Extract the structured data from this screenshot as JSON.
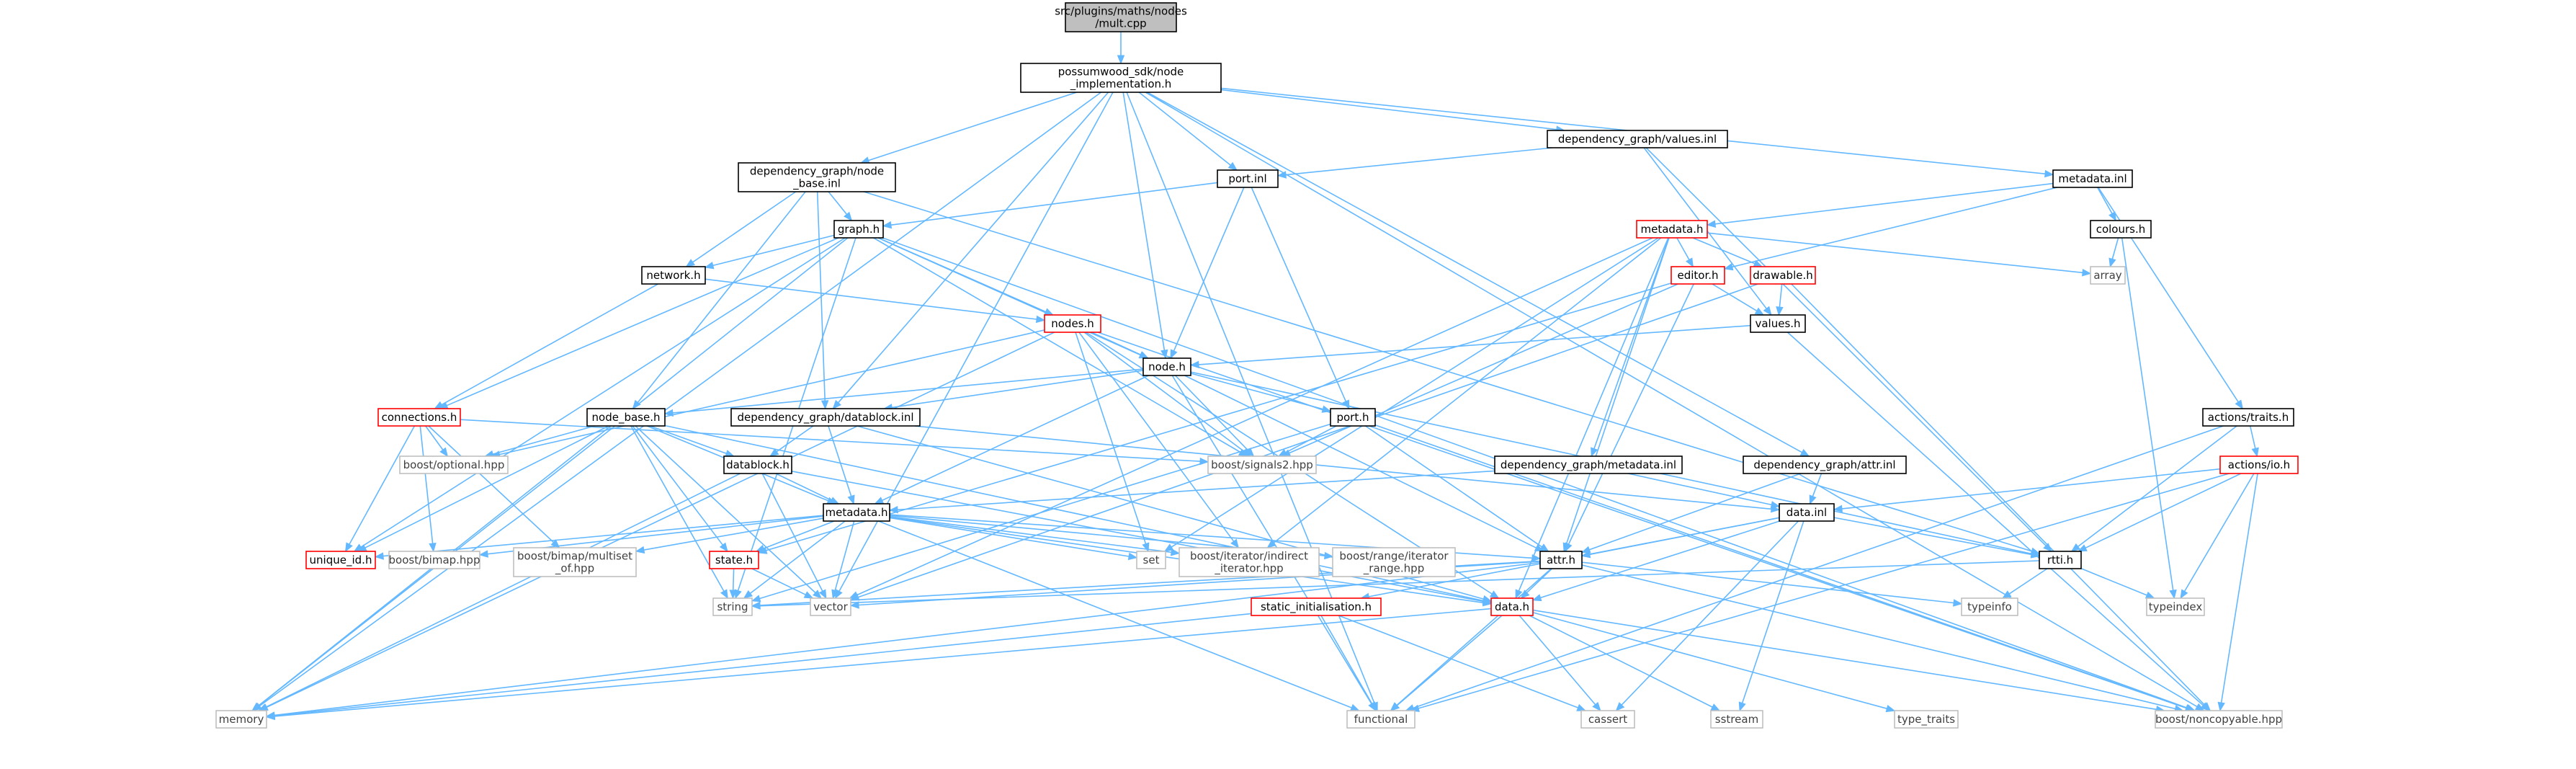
{
  "colors": {
    "edge": "#63b8ff",
    "root_fill": "#bfbfbf",
    "node_fill": "#ffffff",
    "normal_border": "#000000",
    "link_border": "#ff0000",
    "external_border": "#bfbfbf",
    "external_text": "#404040",
    "node_text": "#000000"
  },
  "nodes": [
    {
      "id": "mult",
      "lines": [
        "src/plugins/maths/nodes",
        "/mult.cpp"
      ],
      "kind": "root"
    },
    {
      "id": "possumwood",
      "lines": [
        "possumwood_sdk/node",
        "_implementation.h"
      ],
      "kind": "normal"
    },
    {
      "id": "nodebase_inl",
      "lines": [
        "dependency_graph/node",
        "_base.inl"
      ],
      "kind": "normal"
    },
    {
      "id": "port_inl",
      "lines": [
        "port.inl"
      ],
      "kind": "normal"
    },
    {
      "id": "values_inl",
      "lines": [
        "dependency_graph/values.inl"
      ],
      "kind": "normal"
    },
    {
      "id": "metadata_inl",
      "lines": [
        "metadata.inl"
      ],
      "kind": "normal"
    },
    {
      "id": "graph_h",
      "lines": [
        "graph.h"
      ],
      "kind": "normal"
    },
    {
      "id": "metadata_h",
      "lines": [
        "metadata.h"
      ],
      "kind": "link"
    },
    {
      "id": "colours_h",
      "lines": [
        "colours.h"
      ],
      "kind": "normal"
    },
    {
      "id": "network_h",
      "lines": [
        "network.h"
      ],
      "kind": "normal"
    },
    {
      "id": "editor_h",
      "lines": [
        "editor.h"
      ],
      "kind": "link"
    },
    {
      "id": "drawable_h",
      "lines": [
        "drawable.h"
      ],
      "kind": "link"
    },
    {
      "id": "array",
      "lines": [
        "array"
      ],
      "kind": "external"
    },
    {
      "id": "nodes_h",
      "lines": [
        "nodes.h"
      ],
      "kind": "link"
    },
    {
      "id": "values_h",
      "lines": [
        "values.h"
      ],
      "kind": "normal"
    },
    {
      "id": "node_h",
      "lines": [
        "node.h"
      ],
      "kind": "normal"
    },
    {
      "id": "connections_h",
      "lines": [
        "connections.h"
      ],
      "kind": "link"
    },
    {
      "id": "node_base_h",
      "lines": [
        "node_base.h"
      ],
      "kind": "normal"
    },
    {
      "id": "datablock_inl",
      "lines": [
        "dependency_graph/datablock.inl"
      ],
      "kind": "normal"
    },
    {
      "id": "port_h",
      "lines": [
        "port.h"
      ],
      "kind": "normal"
    },
    {
      "id": "actions_traits",
      "lines": [
        "actions/traits.h"
      ],
      "kind": "normal"
    },
    {
      "id": "actions_io",
      "lines": [
        "actions/io.h"
      ],
      "kind": "link"
    },
    {
      "id": "boost_optional",
      "lines": [
        "boost/optional.hpp"
      ],
      "kind": "external"
    },
    {
      "id": "datablock_h",
      "lines": [
        "datablock.h"
      ],
      "kind": "normal"
    },
    {
      "id": "boost_signals2",
      "lines": [
        "boost/signals2.hpp"
      ],
      "kind": "external"
    },
    {
      "id": "dg_metadata_inl",
      "lines": [
        "dependency_graph/metadata.inl"
      ],
      "kind": "normal"
    },
    {
      "id": "dg_attr_inl",
      "lines": [
        "dependency_graph/attr.inl"
      ],
      "kind": "normal"
    },
    {
      "id": "data_inl",
      "lines": [
        "data.inl"
      ],
      "kind": "normal"
    },
    {
      "id": "metadata_h2",
      "lines": [
        "metadata.h"
      ],
      "kind": "normal"
    },
    {
      "id": "unique_id",
      "lines": [
        "unique_id.h"
      ],
      "kind": "link"
    },
    {
      "id": "boost_bimap",
      "lines": [
        "boost/bimap.hpp"
      ],
      "kind": "external"
    },
    {
      "id": "boost_multiset",
      "lines": [
        "boost/bimap/multiset",
        "_of.hpp"
      ],
      "kind": "external"
    },
    {
      "id": "state_h",
      "lines": [
        "state.h"
      ],
      "kind": "link"
    },
    {
      "id": "set",
      "lines": [
        "set"
      ],
      "kind": "external"
    },
    {
      "id": "boost_indirect",
      "lines": [
        "boost/iterator/indirect",
        "_iterator.hpp"
      ],
      "kind": "external"
    },
    {
      "id": "boost_range",
      "lines": [
        "boost/range/iterator",
        "_range.hpp"
      ],
      "kind": "external"
    },
    {
      "id": "attr_h",
      "lines": [
        "attr.h"
      ],
      "kind": "normal"
    },
    {
      "id": "rtti_h",
      "lines": [
        "rtti.h"
      ],
      "kind": "normal"
    },
    {
      "id": "string",
      "lines": [
        "string"
      ],
      "kind": "external"
    },
    {
      "id": "vector",
      "lines": [
        "vector"
      ],
      "kind": "external"
    },
    {
      "id": "static_init",
      "lines": [
        "static_initialisation.h"
      ],
      "kind": "link"
    },
    {
      "id": "data_h",
      "lines": [
        "data.h"
      ],
      "kind": "link"
    },
    {
      "id": "typeinfo",
      "lines": [
        "typeinfo"
      ],
      "kind": "external"
    },
    {
      "id": "typeindex",
      "lines": [
        "typeindex"
      ],
      "kind": "external"
    },
    {
      "id": "memory",
      "lines": [
        "memory"
      ],
      "kind": "external"
    },
    {
      "id": "functional",
      "lines": [
        "functional"
      ],
      "kind": "external"
    },
    {
      "id": "cassert",
      "lines": [
        "cassert"
      ],
      "kind": "external"
    },
    {
      "id": "sstream",
      "lines": [
        "sstream"
      ],
      "kind": "external"
    },
    {
      "id": "type_traits",
      "lines": [
        "type_traits"
      ],
      "kind": "external"
    },
    {
      "id": "boost_noncopyable",
      "lines": [
        "boost/noncopyable.hpp"
      ],
      "kind": "external"
    }
  ],
  "edges": [
    [
      "mult",
      "possumwood"
    ],
    [
      "possumwood",
      "nodebase_inl"
    ],
    [
      "possumwood",
      "port_inl"
    ],
    [
      "possumwood",
      "values_inl"
    ],
    [
      "possumwood",
      "metadata_inl"
    ],
    [
      "possumwood",
      "node_h"
    ],
    [
      "possumwood",
      "datablock_inl"
    ],
    [
      "possumwood",
      "dg_attr_inl"
    ],
    [
      "possumwood",
      "memory"
    ],
    [
      "possumwood",
      "functional"
    ],
    [
      "possumwood",
      "vector"
    ],
    [
      "possumwood",
      "boost_noncopyable"
    ],
    [
      "nodebase_inl",
      "graph_h"
    ],
    [
      "nodebase_inl",
      "network_h"
    ],
    [
      "nodebase_inl",
      "node_base_h"
    ],
    [
      "nodebase_inl",
      "datablock_inl"
    ],
    [
      "nodebase_inl",
      "rtti_h"
    ],
    [
      "port_inl",
      "graph_h"
    ],
    [
      "port_inl",
      "node_h"
    ],
    [
      "port_inl",
      "port_h"
    ],
    [
      "values_inl",
      "port_inl"
    ],
    [
      "values_inl",
      "values_h"
    ],
    [
      "values_inl",
      "rtti_h"
    ],
    [
      "metadata_inl",
      "metadata_h"
    ],
    [
      "metadata_inl",
      "colours_h"
    ],
    [
      "metadata_inl",
      "editor_h"
    ],
    [
      "metadata_inl",
      "actions_traits"
    ],
    [
      "graph_h",
      "network_h"
    ],
    [
      "graph_h",
      "nodes_h"
    ],
    [
      "graph_h",
      "node_h"
    ],
    [
      "graph_h",
      "connections_h"
    ],
    [
      "graph_h",
      "boost_signals2"
    ],
    [
      "graph_h",
      "memory"
    ],
    [
      "graph_h",
      "string"
    ],
    [
      "graph_h",
      "boost_noncopyable"
    ],
    [
      "graph_h",
      "unique_id"
    ],
    [
      "metadata_h",
      "editor_h"
    ],
    [
      "metadata_h",
      "drawable_h"
    ],
    [
      "metadata_h",
      "array"
    ],
    [
      "metadata_h",
      "dg_metadata_inl"
    ],
    [
      "metadata_h",
      "vector"
    ],
    [
      "metadata_h",
      "set"
    ],
    [
      "metadata_h",
      "boost_indirect"
    ],
    [
      "metadata_h",
      "attr_h"
    ],
    [
      "metadata_h",
      "data_h"
    ],
    [
      "colours_h",
      "array"
    ],
    [
      "colours_h",
      "typeindex"
    ],
    [
      "network_h",
      "nodes_h"
    ],
    [
      "network_h",
      "connections_h"
    ],
    [
      "editor_h",
      "values_h"
    ],
    [
      "editor_h",
      "state_h"
    ],
    [
      "editor_h",
      "attr_h"
    ],
    [
      "editor_h",
      "boost_signals2"
    ],
    [
      "drawable_h",
      "values_h"
    ],
    [
      "drawable_h",
      "boost_noncopyable"
    ],
    [
      "drawable_h",
      "vector"
    ],
    [
      "nodes_h",
      "node_h"
    ],
    [
      "nodes_h",
      "boost_optional"
    ],
    [
      "nodes_h",
      "boost_signals2"
    ],
    [
      "nodes_h",
      "memory"
    ],
    [
      "nodes_h",
      "set"
    ],
    [
      "nodes_h",
      "boost_indirect"
    ],
    [
      "nodes_h",
      "boost_noncopyable"
    ],
    [
      "nodes_h",
      "data_h"
    ],
    [
      "values_h",
      "node_h"
    ],
    [
      "values_h",
      "boost_noncopyable"
    ],
    [
      "node_h",
      "node_base_h"
    ],
    [
      "node_h",
      "datablock_inl"
    ],
    [
      "node_h",
      "port_h"
    ],
    [
      "node_h",
      "metadata_h2"
    ],
    [
      "node_h",
      "boost_signals2"
    ],
    [
      "node_h",
      "attr_h"
    ],
    [
      "node_h",
      "rtti_h"
    ],
    [
      "node_h",
      "functional"
    ],
    [
      "connections_h",
      "boost_optional"
    ],
    [
      "connections_h",
      "boost_bimap"
    ],
    [
      "connections_h",
      "boost_multiset"
    ],
    [
      "connections_h",
      "unique_id"
    ],
    [
      "connections_h",
      "boost_signals2"
    ],
    [
      "node_base_h",
      "boost_optional"
    ],
    [
      "node_base_h",
      "datablock_h"
    ],
    [
      "node_base_h",
      "metadata_h2"
    ],
    [
      "node_base_h",
      "state_h"
    ],
    [
      "node_base_h",
      "unique_id"
    ],
    [
      "node_base_h",
      "string"
    ],
    [
      "node_base_h",
      "memory"
    ],
    [
      "node_base_h",
      "vector"
    ],
    [
      "node_base_h",
      "data_h"
    ],
    [
      "datablock_inl",
      "datablock_h"
    ],
    [
      "datablock_inl",
      "metadata_h2"
    ],
    [
      "datablock_inl",
      "data_inl"
    ],
    [
      "datablock_inl",
      "data_h"
    ],
    [
      "port_h",
      "boost_signals2"
    ],
    [
      "port_h",
      "attr_h"
    ],
    [
      "port_h",
      "string"
    ],
    [
      "port_h",
      "boost_noncopyable"
    ],
    [
      "actions_traits",
      "actions_io"
    ],
    [
      "actions_traits",
      "rtti_h"
    ],
    [
      "actions_traits",
      "functional"
    ],
    [
      "actions_io",
      "data_inl"
    ],
    [
      "actions_io",
      "rtti_h"
    ],
    [
      "actions_io",
      "typeindex"
    ],
    [
      "actions_io",
      "boost_noncopyable"
    ],
    [
      "actions_io",
      "functional"
    ],
    [
      "datablock_h",
      "metadata_h2"
    ],
    [
      "datablock_h",
      "vector"
    ],
    [
      "datablock_h",
      "data_h"
    ],
    [
      "datablock_h",
      "memory"
    ],
    [
      "dg_metadata_inl",
      "metadata_h2"
    ],
    [
      "dg_metadata_inl",
      "data_inl"
    ],
    [
      "dg_attr_inl",
      "attr_h"
    ],
    [
      "dg_attr_inl",
      "data_inl"
    ],
    [
      "data_inl",
      "data_h"
    ],
    [
      "data_inl",
      "rtti_h"
    ],
    [
      "data_inl",
      "static_init"
    ],
    [
      "data_inl",
      "sstream"
    ],
    [
      "data_inl",
      "cassert"
    ],
    [
      "data_inl",
      "attr_h"
    ],
    [
      "metadata_h2",
      "unique_id"
    ],
    [
      "metadata_h2",
      "boost_bimap"
    ],
    [
      "metadata_h2",
      "boost_multiset"
    ],
    [
      "metadata_h2",
      "state_h"
    ],
    [
      "metadata_h2",
      "set"
    ],
    [
      "metadata_h2",
      "boost_indirect"
    ],
    [
      "metadata_h2",
      "boost_range"
    ],
    [
      "metadata_h2",
      "attr_h"
    ],
    [
      "metadata_h2",
      "string"
    ],
    [
      "metadata_h2",
      "vector"
    ],
    [
      "metadata_h2",
      "data_h"
    ],
    [
      "metadata_h2",
      "functional"
    ],
    [
      "state_h",
      "string"
    ],
    [
      "state_h",
      "vector"
    ],
    [
      "attr_h",
      "string"
    ],
    [
      "attr_h",
      "vector"
    ],
    [
      "attr_h",
      "typeinfo"
    ],
    [
      "attr_h",
      "data_h"
    ],
    [
      "attr_h",
      "functional"
    ],
    [
      "attr_h",
      "boost_noncopyable"
    ],
    [
      "attr_h",
      "memory"
    ],
    [
      "rtti_h",
      "typeinfo"
    ],
    [
      "rtti_h",
      "typeindex"
    ],
    [
      "rtti_h",
      "string"
    ],
    [
      "static_init",
      "memory"
    ],
    [
      "static_init",
      "functional"
    ],
    [
      "static_init",
      "cassert"
    ],
    [
      "data_h",
      "memory"
    ],
    [
      "data_h",
      "functional"
    ],
    [
      "data_h",
      "cassert"
    ],
    [
      "data_h",
      "sstream"
    ],
    [
      "data_h",
      "type_traits"
    ],
    [
      "data_h",
      "boost_noncopyable"
    ]
  ]
}
